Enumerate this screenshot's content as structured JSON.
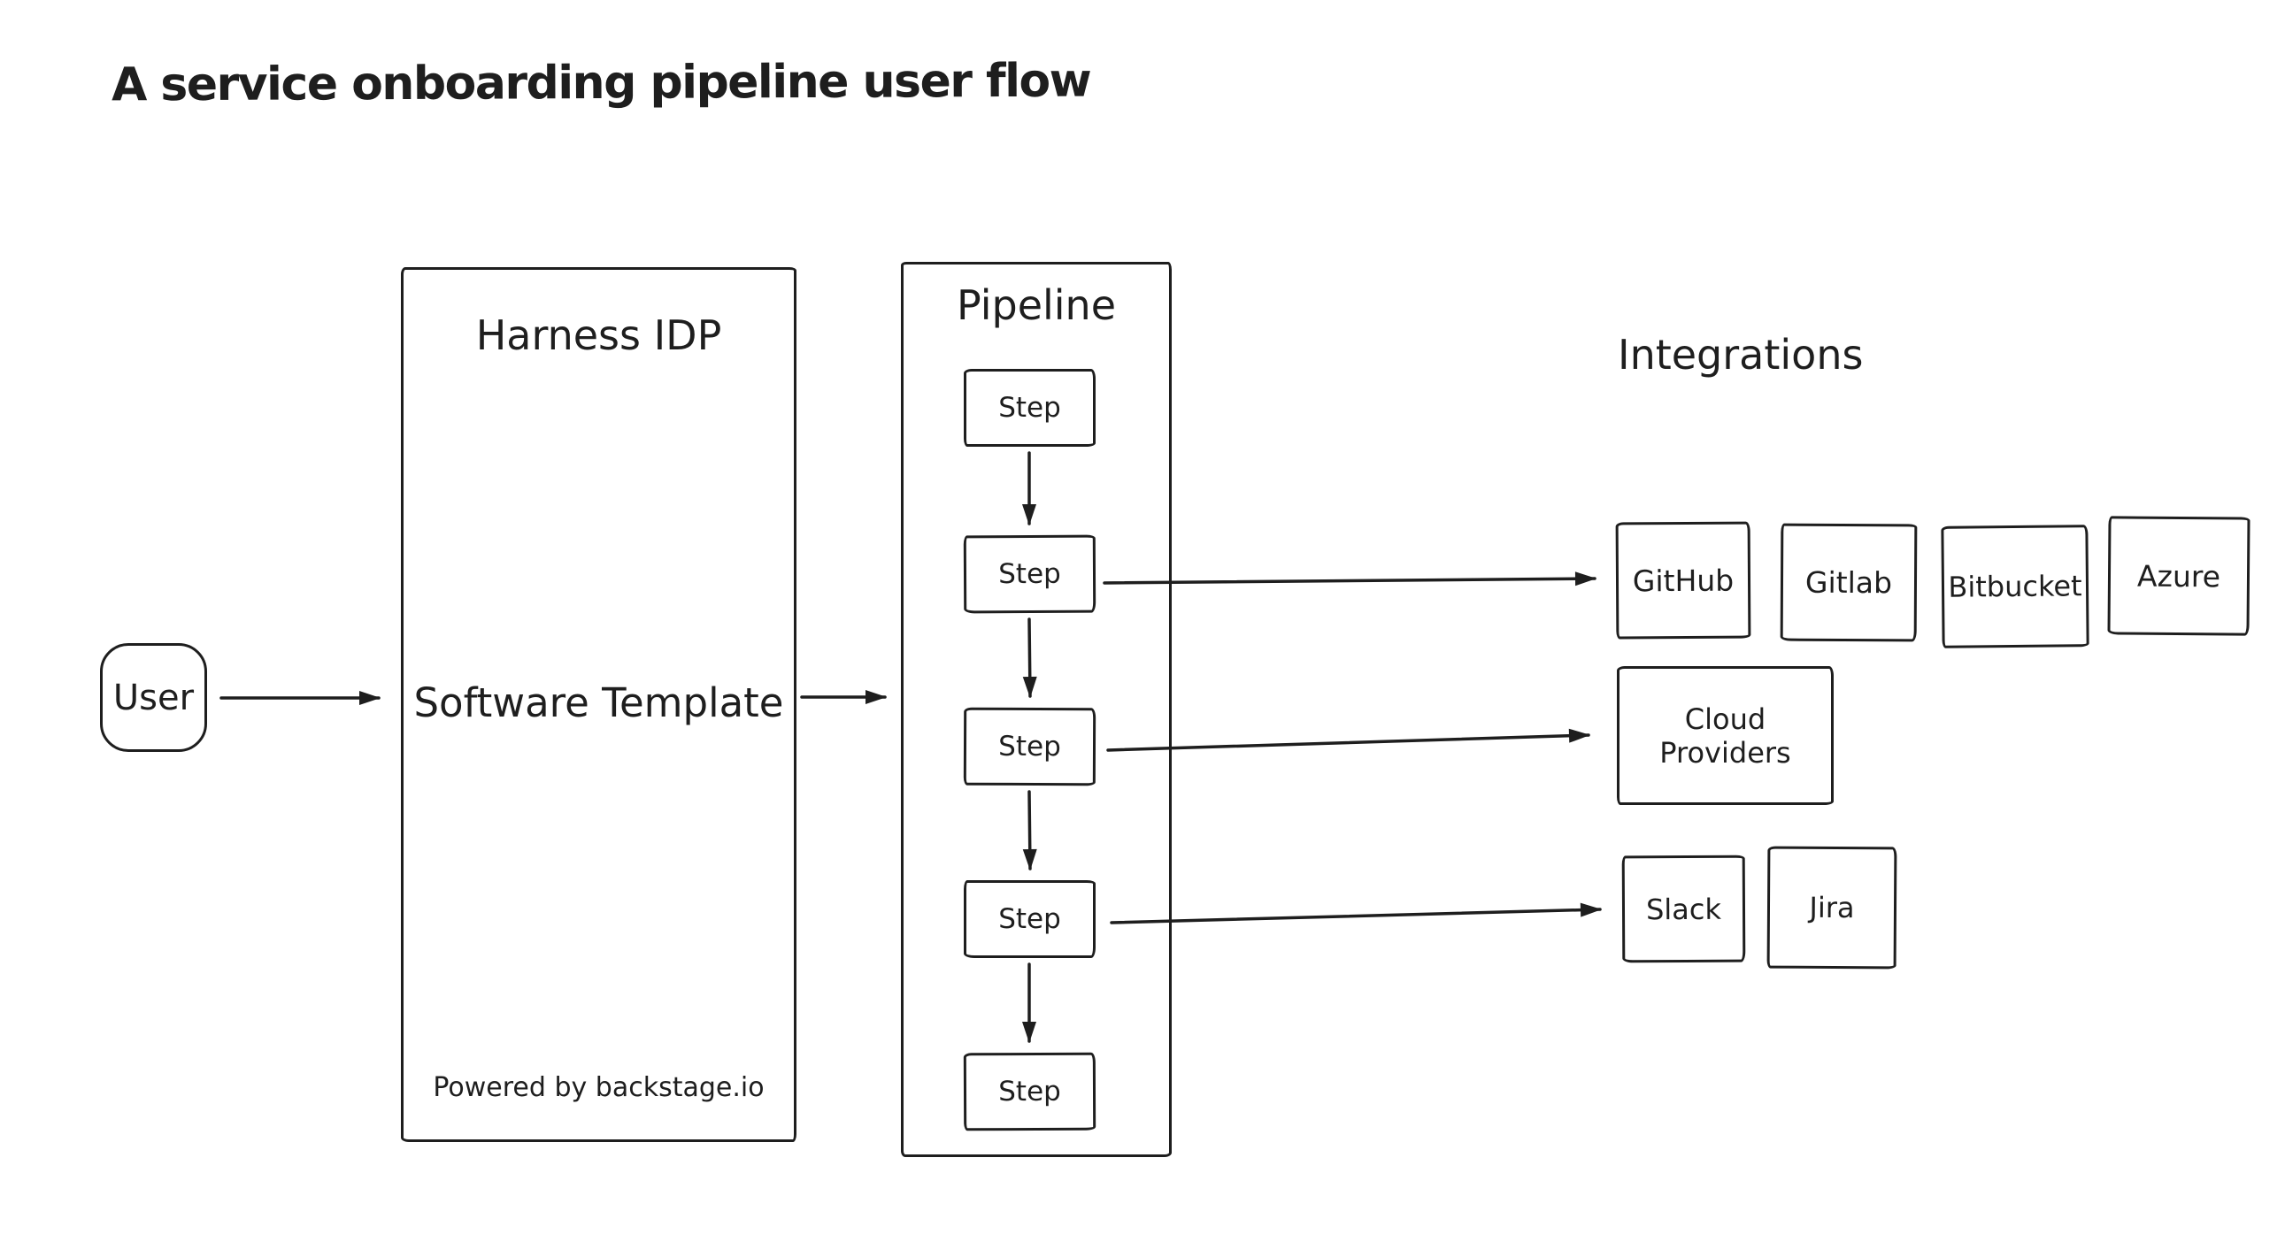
{
  "title": "A service onboarding pipeline user flow",
  "colors": {
    "ink": "#1e1e1e",
    "background": "#ffffff"
  },
  "nodes": {
    "user": {
      "label": "User"
    },
    "harness_idp": {
      "title": "Harness IDP",
      "center_label": "Software Template",
      "footer": "Powered by backstage.io"
    },
    "pipeline": {
      "title": "Pipeline",
      "steps": [
        "Step",
        "Step",
        "Step",
        "Step",
        "Step"
      ]
    },
    "integrations": {
      "title": "Integrations",
      "github": "GitHub",
      "gitlab": "Gitlab",
      "bitbucket": "Bitbucket",
      "azure": "Azure",
      "cloud_providers": "Cloud Providers",
      "slack": "Slack",
      "jira": "Jira"
    }
  },
  "edges": [
    {
      "from": "user",
      "to": "software-template"
    },
    {
      "from": "software-template",
      "to": "pipeline"
    },
    {
      "from": "step-1",
      "to": "step-2"
    },
    {
      "from": "step-2",
      "to": "step-3"
    },
    {
      "from": "step-3",
      "to": "step-4"
    },
    {
      "from": "step-4",
      "to": "step-5"
    },
    {
      "from": "step-2",
      "to": "github"
    },
    {
      "from": "step-3",
      "to": "cloud-providers"
    },
    {
      "from": "step-4",
      "to": "slack"
    }
  ]
}
